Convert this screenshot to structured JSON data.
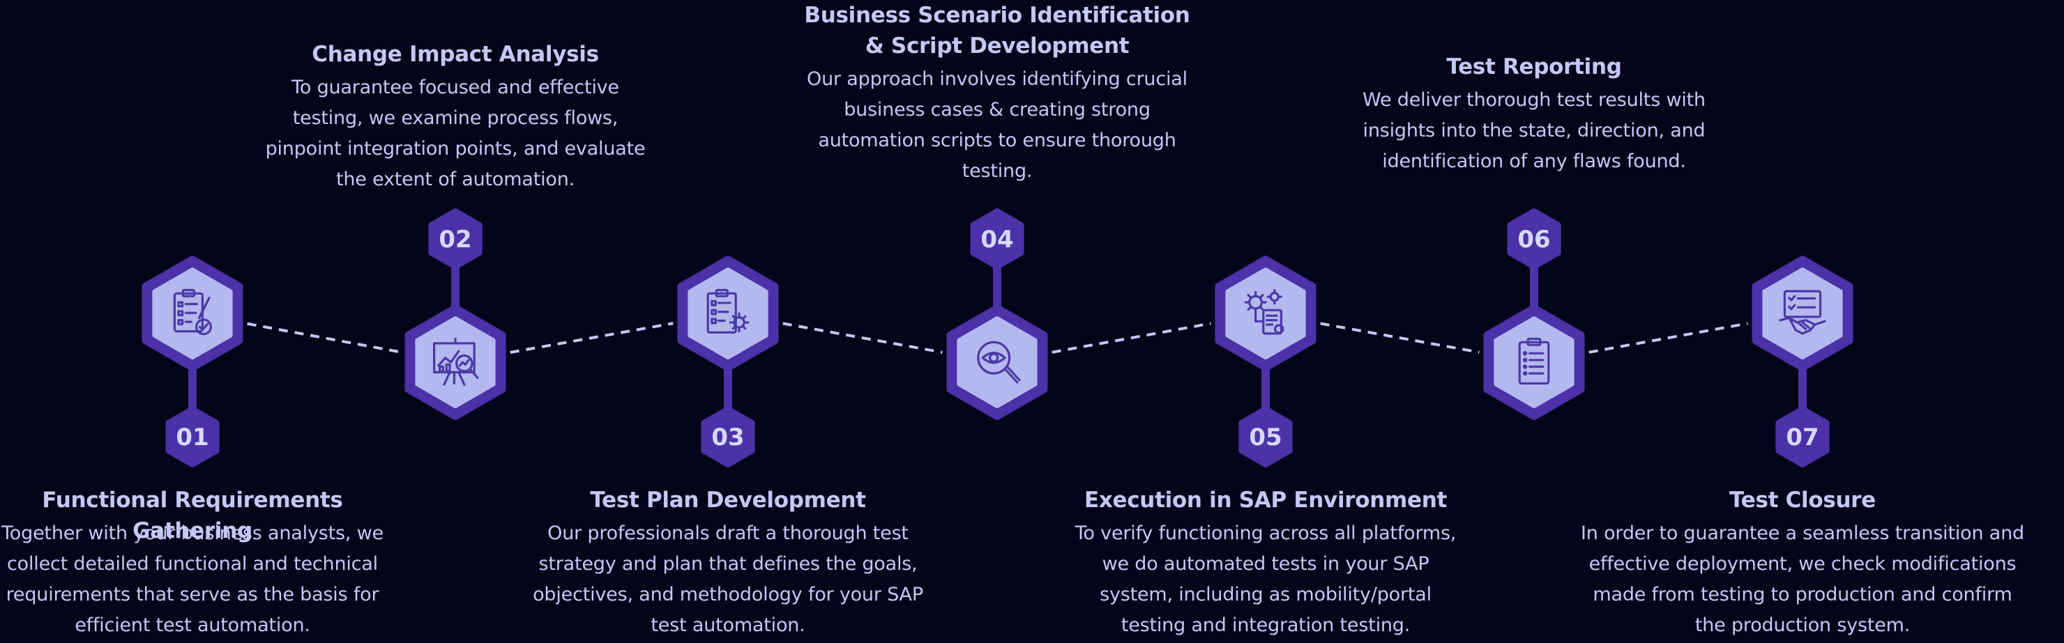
{
  "steps": [
    {
      "number": "01",
      "title": "Functional Requirements Gathering",
      "description": "Together with your business analysts, we collect detailed functional and technical requirements that serve as the basis for efficient test automation.",
      "icon": "clipboard-check-icon"
    },
    {
      "number": "02",
      "title": "Change Impact Analysis",
      "description": "To guarantee focused and effective testing, we examine process flows, pinpoint integration points, and evaluate the extent of automation.",
      "icon": "presentation-analysis-icon"
    },
    {
      "number": "03",
      "title": "Test Plan Development",
      "description": "Our professionals draft a thorough test strategy and plan that defines the goals, objectives, and methodology for your SAP test automation.",
      "icon": "checklist-gear-icon"
    },
    {
      "number": "04",
      "title": "Business Scenario Identification & Script Development",
      "description": "Our approach involves identifying crucial business cases & creating strong automation scripts to ensure thorough testing.",
      "icon": "eye-magnifier-icon"
    },
    {
      "number": "05",
      "title": "Execution in SAP Environment",
      "description": "To verify functioning across all platforms, we do automated tests in your SAP system, including as mobility/portal testing and integration testing.",
      "icon": "gears-document-icon"
    },
    {
      "number": "06",
      "title": "Test Reporting",
      "description": "We deliver thorough test results with insights into the state, direction, and identification of any flaws found.",
      "icon": "clipboard-list-icon"
    },
    {
      "number": "07",
      "title": "Test Closure",
      "description": "In order to guarantee a seamless transition and effective deployment, we check modifications made from testing to production and confirm the production system.",
      "icon": "handshake-document-icon"
    }
  ],
  "colors": {
    "background": "#05051a",
    "hex_border": "#4b32a8",
    "hex_fill": "#b3b8ef",
    "icon": "#4a3aa6",
    "badge": "#4b32a8",
    "badge_text": "#d6d9f8",
    "connector": "#c4c8f4",
    "text": "#c4c8f4"
  }
}
